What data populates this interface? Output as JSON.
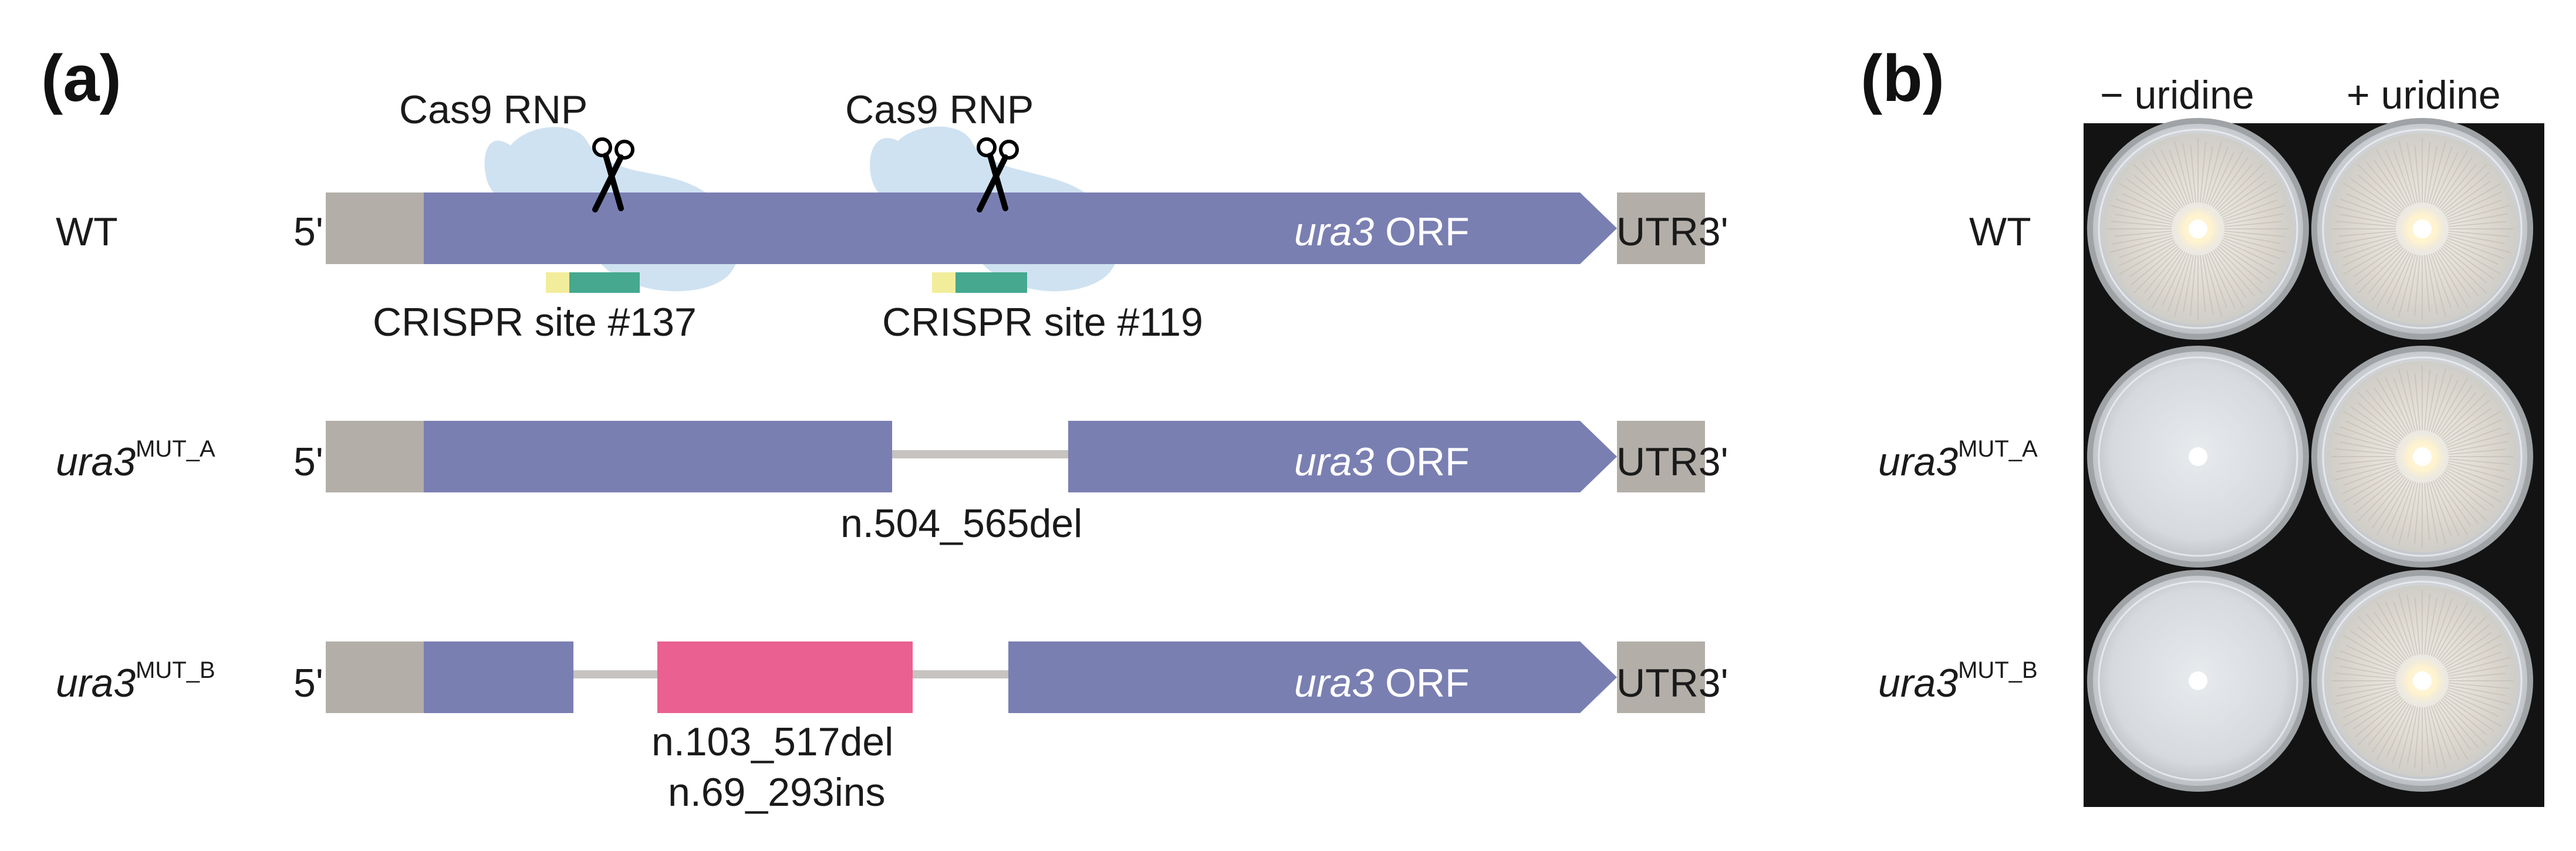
{
  "panel_a": {
    "label": "(a)",
    "cas9_left": "Cas9 RNP",
    "cas9_right": "Cas9 RNP",
    "crispr_left": "CRISPR site #137",
    "crispr_right": "CRISPR site #119",
    "rows": [
      {
        "name": "WT",
        "name_italic": "",
        "superscript": "",
        "utr5": "5'UTR",
        "orf_italic": "ura3",
        "orf_rest": " ORF",
        "utr3": "UTR",
        "utr3_suffix": "3'"
      },
      {
        "name": "",
        "name_italic": "ura3",
        "superscript": "MUT_A",
        "utr5": "5'UTR",
        "orf_italic": "ura3",
        "orf_rest": " ORF",
        "utr3": "UTR",
        "utr3_suffix": "3'",
        "annotation": "n.504_565del"
      },
      {
        "name": "",
        "name_italic": "ura3",
        "superscript": "MUT_B",
        "utr5": "5'UTR",
        "orf_italic": "ura3",
        "orf_rest": " ORF",
        "utr3": "UTR",
        "utr3_suffix": "3'",
        "annotation_line1": "n.103_517del",
        "annotation_line2": "n.69_293ins"
      }
    ]
  },
  "panel_b": {
    "label": "(b)",
    "col_minus": "− uridine",
    "col_plus": "+ uridine",
    "rows": [
      {
        "name": "WT",
        "name_italic": "",
        "superscript": ""
      },
      {
        "name": "",
        "name_italic": "ura3",
        "superscript": "MUT_A"
      },
      {
        "name": "",
        "name_italic": "ura3",
        "superscript": "MUT_B"
      }
    ],
    "plates": [
      {
        "row": "WT",
        "condition": "− uridine",
        "growth": "full"
      },
      {
        "row": "WT",
        "condition": "+ uridine",
        "growth": "full"
      },
      {
        "row": "MUT_A",
        "condition": "− uridine",
        "growth": "none"
      },
      {
        "row": "MUT_A",
        "condition": "+ uridine",
        "growth": "full"
      },
      {
        "row": "MUT_B",
        "condition": "− uridine",
        "growth": "none"
      },
      {
        "row": "MUT_B",
        "condition": "+ uridine",
        "growth": "full"
      }
    ]
  },
  "colors": {
    "utr": "#b3aea8",
    "orf": "#7a7fb2",
    "insertion": "#ea6090",
    "intron_line": "#c6c3c0",
    "rnp_blob": "#cfe2f1",
    "pam": "#f2ed9a",
    "protospacer": "#45a88f",
    "photo_bg": "#131313"
  }
}
